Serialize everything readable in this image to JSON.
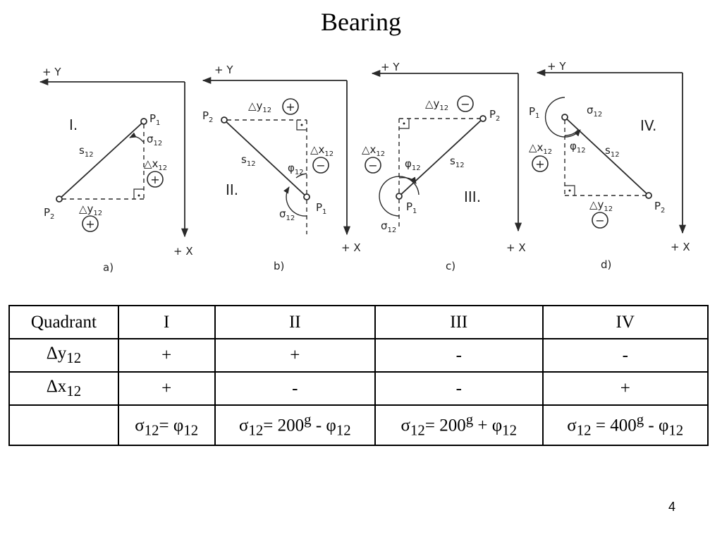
{
  "title": "Bearing",
  "page_number": "4",
  "axes": {
    "y": "+ Y",
    "x": "+ X"
  },
  "panels": [
    {
      "caption": "a)",
      "quadrant": "I.",
      "from": "P",
      "from_sub": "1",
      "to": "P",
      "to_sub": "2",
      "side": "s",
      "side_sub": "12",
      "dy": "△y",
      "dy_sub": "12",
      "dy_sign": "+",
      "dx": "△x",
      "dx_sub": "12",
      "dx_sign": "+",
      "sigma": "σ",
      "sigma_sub": "12"
    },
    {
      "caption": "b)",
      "quadrant": "II.",
      "from": "P",
      "from_sub": "1",
      "to": "P",
      "to_sub": "2",
      "side": "s",
      "side_sub": "12",
      "dy": "△y",
      "dy_sub": "12",
      "dy_sign": "+",
      "dx": "△x",
      "dx_sub": "12",
      "dx_sign": "−",
      "phi": "φ",
      "phi_sub": "12",
      "sigma": "σ",
      "sigma_sub": "12"
    },
    {
      "caption": "c)",
      "quadrant": "III.",
      "from": "P",
      "from_sub": "1",
      "to": "P",
      "to_sub": "2",
      "side": "s",
      "side_sub": "12",
      "dy": "△y",
      "dy_sub": "12",
      "dy_sign": "−",
      "dx": "△x",
      "dx_sub": "12",
      "dx_sign": "−",
      "phi": "φ",
      "phi_sub": "12",
      "sigma": "σ",
      "sigma_sub": "12"
    },
    {
      "caption": "d)",
      "quadrant": "IV.",
      "from": "P",
      "from_sub": "1",
      "to": "P",
      "to_sub": "2",
      "side": "s",
      "side_sub": "12",
      "dy": "△y",
      "dy_sub": "12",
      "dy_sign": "−",
      "dx": "△x",
      "dx_sub": "12",
      "dx_sign": "+",
      "phi": "φ",
      "phi_sub": "12",
      "sigma": "σ",
      "sigma_sub": "12"
    }
  ],
  "table": {
    "header": [
      "Quadrant",
      "I",
      "II",
      "III",
      "IV"
    ],
    "dy_row": {
      "label": "Δy",
      "label_sub": "12",
      "values": [
        "+",
        "+",
        "-",
        "-"
      ]
    },
    "dx_row": {
      "label": "Δx",
      "label_sub": "12",
      "values": [
        "+",
        "-",
        "-",
        "+"
      ]
    },
    "formula_row": {
      "label": "",
      "formulas": [
        {
          "lhs": "σ",
          "lhs_sub": "12",
          "eq": "= ",
          "const": "",
          "const_sup": "",
          "op": "",
          "rhs": "φ",
          "rhs_sub": "12"
        },
        {
          "lhs": "σ",
          "lhs_sub": "12",
          "eq": "= ",
          "const": "200",
          "const_sup": "g",
          "op": " - ",
          "rhs": "φ",
          "rhs_sub": "12"
        },
        {
          "lhs": "σ",
          "lhs_sub": "12",
          "eq": "= ",
          "const": "200",
          "const_sup": "g",
          "op": " + ",
          "rhs": "φ",
          "rhs_sub": "12"
        },
        {
          "lhs": "σ",
          "lhs_sub": "12",
          "eq": " = ",
          "const": "400",
          "const_sup": "g",
          "op": " - ",
          "rhs": "φ",
          "rhs_sub": "12"
        }
      ]
    }
  }
}
